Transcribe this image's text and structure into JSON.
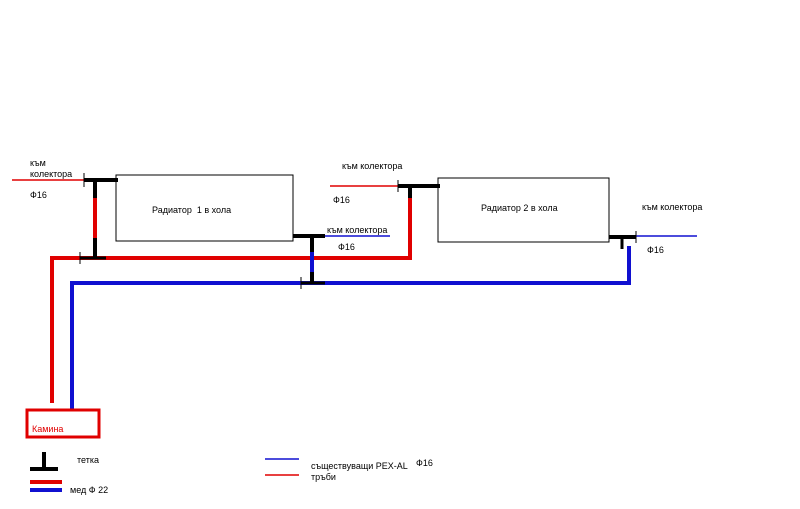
{
  "colors": {
    "hot": "#e00000",
    "cold": "#1010d0",
    "outline": "#000000",
    "background": "#ffffff"
  },
  "labels": {
    "kam_kolektora_left_line1": "към",
    "kam_kolektora_left_line2": "колектора",
    "phi16_left": "Ф16",
    "radiator1": "Радиатор  1 в хола",
    "kam_kolektora_mid_top": "към колектора",
    "phi16_mid_top": "Ф16",
    "kam_kolektora_mid_bottom": "към колектора",
    "phi16_mid_bottom": "Ф16",
    "radiator2": "Радиатор 2 в хола",
    "kam_kolektora_right": "към колектора",
    "phi16_right": "Ф16",
    "kamina": "Камина"
  },
  "legend": {
    "tee_label": "тетка",
    "copper_label": "мед Ф 22",
    "existing_line1": "съществуващи PEX-AL",
    "existing_line2": "тръби",
    "existing_size": "Ф16"
  }
}
